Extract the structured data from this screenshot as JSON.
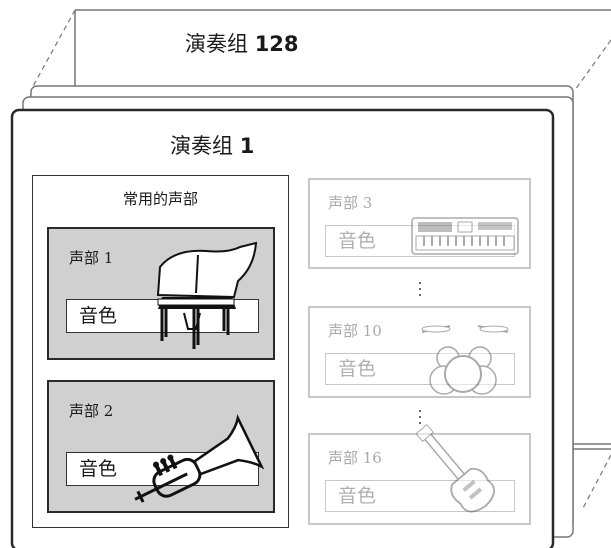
{
  "back_set": {
    "title_prefix": "演奏组",
    "title_number": "128"
  },
  "front_set": {
    "title_prefix": "演奏组",
    "title_number": "1"
  },
  "common_parts": {
    "title": "常用的声部",
    "parts": [
      {
        "label": "声部 1",
        "voice": "音色",
        "instrument": "grand-piano-icon"
      },
      {
        "label": "声部 2",
        "voice": "音色",
        "instrument": "trumpet-icon"
      }
    ]
  },
  "other_parts": [
    {
      "label": "声部 3",
      "voice": "音色",
      "instrument": "keyboard-synth-icon"
    },
    {
      "label": "声部 10",
      "voice": "音色",
      "instrument": "drum-kit-icon"
    },
    {
      "label": "声部 16",
      "voice": "音色",
      "instrument": "electric-guitar-icon"
    }
  ],
  "colors": {
    "active_part_fill": "#d0d0d0",
    "inactive_outline": "#c8c8c8",
    "frame": "#2a2a2a"
  }
}
